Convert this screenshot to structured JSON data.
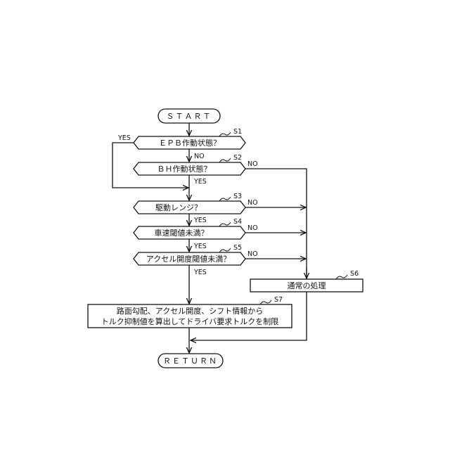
{
  "terminals": {
    "start": "ＳＴＡＲＴ",
    "return": "ＲＥＴＵＲＮ"
  },
  "steps": {
    "s1": {
      "label": "S1",
      "text": "ＥＰＢ作動状態？"
    },
    "s2": {
      "label": "S2",
      "text": "ＢＨ作動状態？"
    },
    "s3": {
      "label": "S3",
      "text": "駆動レンジ？"
    },
    "s4": {
      "label": "S4",
      "text": "車速閾値未満？"
    },
    "s5": {
      "label": "S5",
      "text": "アクセル開度閾値未満？"
    },
    "s6": {
      "label": "S6",
      "text": "通常の処理"
    },
    "s7": {
      "label": "S7",
      "line1": "路面勾配、アクセル開度、シフト情報から",
      "line2": "トルク抑制値を算出してドライバ要求トルクを制限"
    }
  },
  "branches": {
    "s1_yes": "YES",
    "s1_no": "NO",
    "s2_yes": "YES",
    "s2_no": "NO",
    "s3_yes": "YES",
    "s3_no": "NO",
    "s4_yes": "YES",
    "s4_no": "NO",
    "s5_yes": "YES",
    "s5_no": "NO"
  }
}
